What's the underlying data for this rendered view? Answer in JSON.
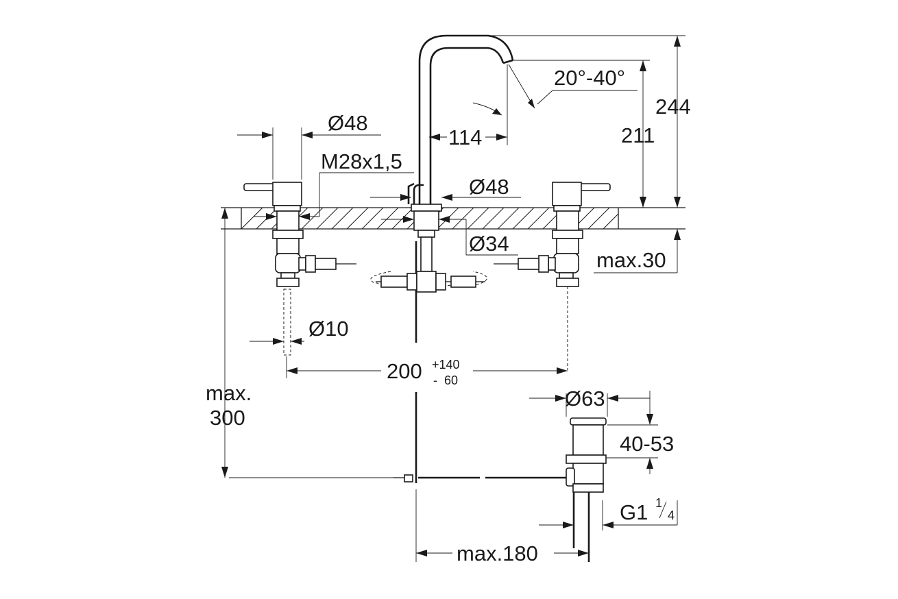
{
  "dimensions": {
    "dia_48_left": "Ø48",
    "thread": "M28x1,5",
    "spout_reach": "114",
    "swivel_angle": "20°-40°",
    "height_total": "244",
    "height_spout": "211",
    "dia_48_center": "Ø48",
    "dia_34": "Ø34",
    "deck_thickness": "max.30",
    "dia_10": "Ø10",
    "spacing_base": "200",
    "spacing_plus": "+140",
    "spacing_minus": "-  60",
    "max_depth_line1": "max.",
    "max_depth_line2": "300",
    "drain_dia": "Ø63",
    "drain_range": "40-53",
    "drain_thread_main": "G1",
    "drain_thread_num": "1",
    "drain_thread_den": "4",
    "drain_offset": "max.180"
  }
}
